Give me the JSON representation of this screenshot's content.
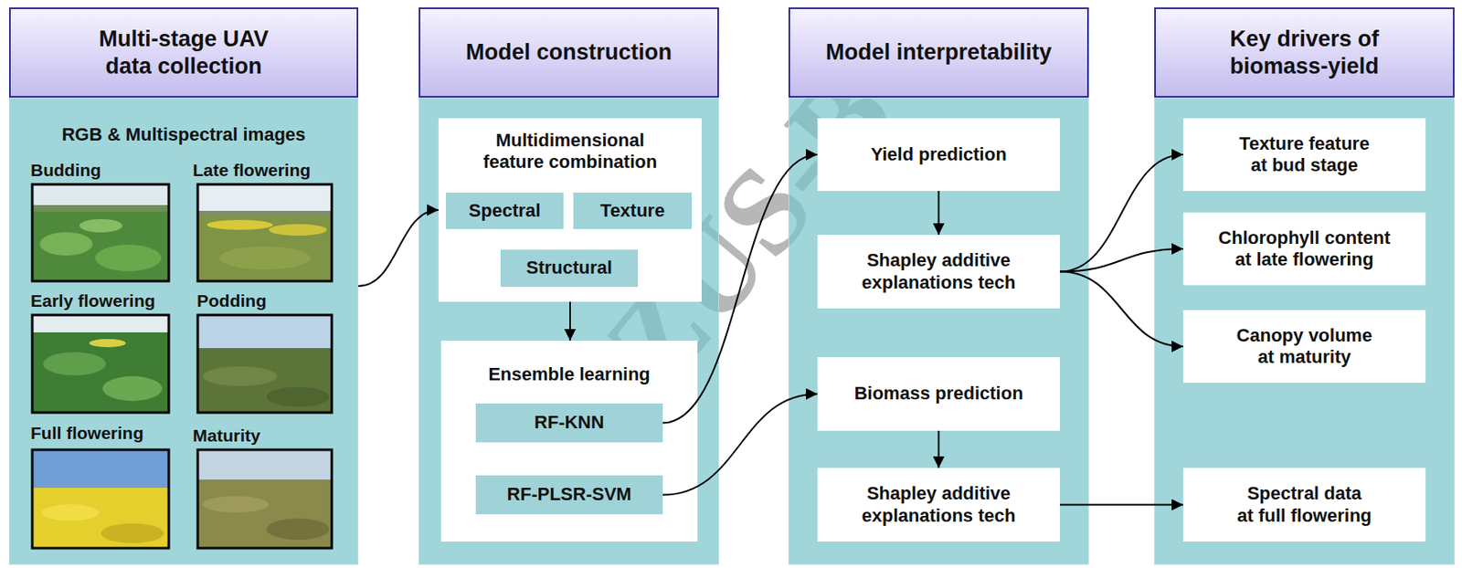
{
  "diagram": {
    "nodes": [
      {
        "text": [
          "Multi-stage UAV data collection",
          "RGB & Multispectral images"
        ]
      },
      {
        "text": [
          "Model construction"
        ]
      },
      {
        "text": [
          "Multidimensional feature combination"
        ],
        "in": 1
      },
      {
        "text": [
          "Spectral"
        ],
        "in": 2
      },
      {
        "text": [
          "Texture"
        ],
        "in": 2
      },
      {
        "text": [
          "Structural"
        ],
        "in": 2
      },
      {
        "text": [
          "Ensemble learning"
        ],
        "in": 1
      },
      {
        "text": [
          "RF-KNN"
        ],
        "in": 6
      },
      {
        "text": [
          "RF-PLSR-SVM"
        ],
        "in": 6
      },
      {
        "text": [
          "Model interpretability"
        ]
      },
      {
        "text": [
          "Yield prediction"
        ],
        "in": 9
      },
      {
        "text": [
          "Shapley additive explanations tech"
        ],
        "in": 9
      },
      {
        "text": [
          "Biomass prediction"
        ],
        "in": 9
      },
      {
        "text": [
          "Shapley additive explanations tech"
        ],
        "in": 9
      },
      {
        "text": [
          "Key drivers of biomass-yield"
        ]
      },
      {
        "text": [
          "Texture feature at bud stage"
        ],
        "in": 14
      },
      {
        "text": [
          "Chlorophyll content at late flowering"
        ],
        "in": 14
      },
      {
        "text": [
          "Canopy volume at maturity"
        ],
        "in": 14
      },
      {
        "text": [
          "Spectral data at full flowering"
        ],
        "in": 14
      }
    ],
    "edges": [
      {
        "from": 0,
        "to": 2,
        "arrow": "to"
      },
      {
        "from": 2,
        "to": 6,
        "arrow": "to"
      },
      {
        "from": 7,
        "to": 10,
        "arrow": "to"
      },
      {
        "from": 8,
        "to": 12,
        "arrow": "to"
      },
      {
        "from": 10,
        "to": 11,
        "arrow": "to"
      },
      {
        "from": 12,
        "to": 13,
        "arrow": "to"
      },
      {
        "from": 11,
        "to": 15,
        "arrow": "to"
      },
      {
        "from": 11,
        "to": 16,
        "arrow": "to"
      },
      {
        "from": 11,
        "to": 17,
        "arrow": "to"
      },
      {
        "from": 13,
        "to": 18,
        "arrow": "to"
      }
    ],
    "labels": [
      "Budding",
      "Late flowering",
      "Early flowering",
      "Podding",
      "Full flowering",
      "Maturity",
      "JZUS-B"
    ]
  }
}
